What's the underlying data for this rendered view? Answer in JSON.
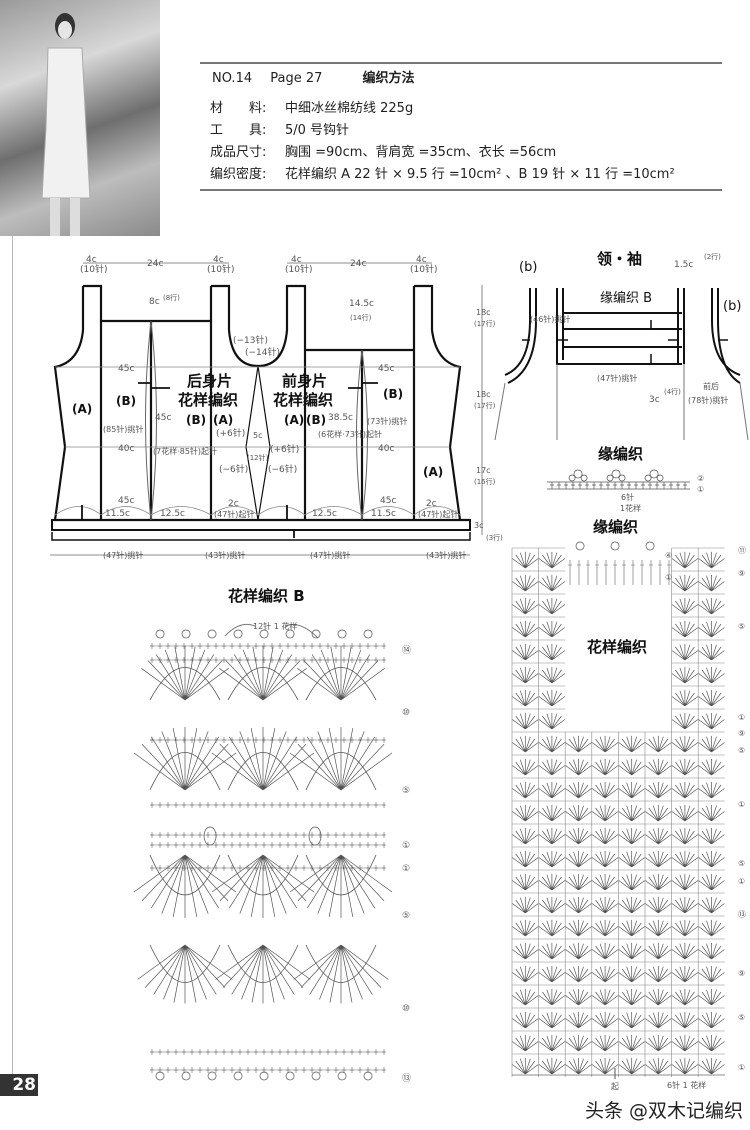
{
  "header": {
    "pattern_no": "NO.14",
    "page_ref": "Page 27",
    "title": "编织方法"
  },
  "specs": [
    {
      "label": "材　　料:",
      "value": "中细冰丝棉纺线 225g"
    },
    {
      "label": "工　　具:",
      "value": "5/0 号钩针"
    },
    {
      "label": "成品尺寸:",
      "value": "胸围 =90cm、背肩宽 =35cm、衣长 =56cm"
    },
    {
      "label": "编织密度:",
      "value": "花样编织 A  22 针 × 9.5 行 =10cm²  、B  19 针 × 11 行 =10cm²"
    }
  ],
  "schematic": {
    "top_dims": [
      "4c",
      "(10针)",
      "24c",
      "4c",
      "(10针)",
      "4c",
      "(10针)",
      "24c",
      "4c",
      "(10针)"
    ],
    "back_label_1": "后身片",
    "back_label_2": "花样编织",
    "front_label_1": "前身片",
    "front_label_2": "花样编织",
    "A": "(A)",
    "B": "(B)",
    "back_neck": "8c",
    "back_neck_rows": "(8行)",
    "front_neck": "14.5c",
    "front_neck_rows": "(14行)",
    "neck_dec_1": "(−13针)",
    "neck_dec_2": "(−14针)",
    "w45": "45c",
    "w40": "40c",
    "back_pick": "(85针)挑针",
    "back_45c": "45c",
    "back_start": "(7花样·85针)起针",
    "front_width": "38.5c",
    "front_start": "(6花样·73针)起针",
    "front_pick": "(73针)挑针",
    "inc": "(+6针)",
    "dec": "(−6针)",
    "gusset": "5c",
    "gusset_sts": "(12针)",
    "m115": "11.5c",
    "m125": "12.5c",
    "m2": "2c",
    "start47": "(47针)起针",
    "right_dims": [
      "18c",
      "(17行)",
      "18c",
      "(17行)",
      "17c",
      "(16行)",
      "3c",
      "(3行)"
    ],
    "bottom_dims": [
      "(47针)挑针",
      "(43针)挑针",
      "(47针)挑针",
      "(43针)挑针"
    ]
  },
  "collar": {
    "title": "领・袖",
    "b": "(b)",
    "edge_b": "缘编织 B",
    "pick46": "(46针)挑针",
    "pick47": "(47针)挑针",
    "dim15": "1.5c",
    "rows2": "(2行)",
    "dim3": "3c",
    "rows4": "(4行)",
    "front_back": "前后",
    "pick78": "(78针)挑针"
  },
  "edging": {
    "title": "缘编织",
    "rep_sts": "6针",
    "rep_label": "1花样",
    "rows": [
      "②",
      "①"
    ]
  },
  "edging2": {
    "title": "缘编织"
  },
  "chart_b": {
    "title": "花样编织 B",
    "repeat": "12针 1 花样",
    "rows": [
      "⑭",
      "⑩",
      "⑤",
      "①",
      "①",
      "⑤",
      "⑩",
      "⑬"
    ]
  },
  "chart_main": {
    "title": "花样编织",
    "rows": [
      "⑪",
      "⑨",
      "⑤",
      "①",
      "⑨",
      "⑤",
      "①",
      "⑤",
      "①",
      "⑬",
      "⑨",
      "⑤",
      "①"
    ],
    "edge_rows": [
      "④",
      "①"
    ],
    "repeat": "6针 1 花样",
    "start": "起"
  },
  "page_number": "28",
  "watermark": "头条 @双木记编织"
}
